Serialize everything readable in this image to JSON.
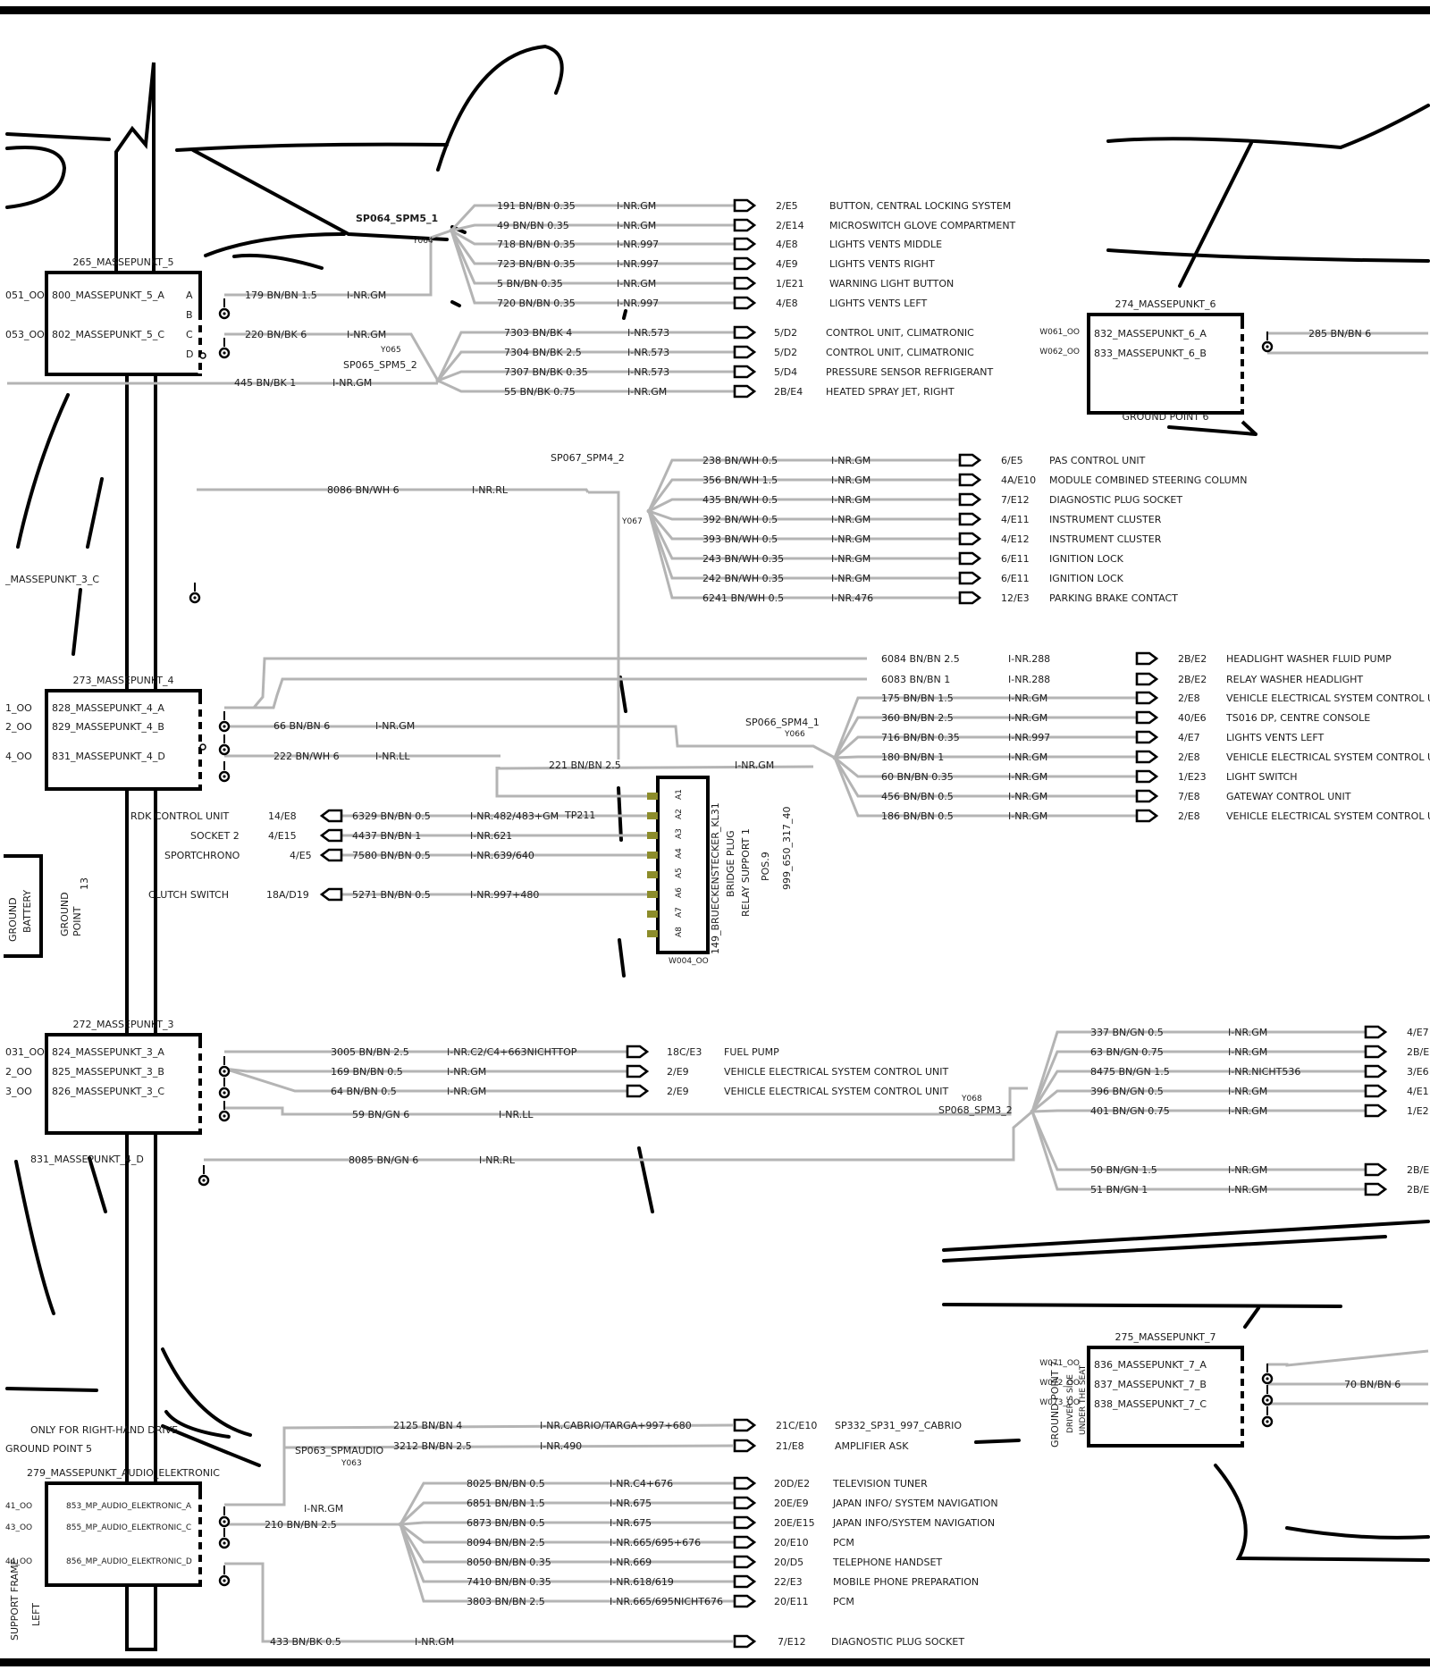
{
  "ground_blocks": [
    {
      "id": "b5",
      "title": "265_MASSEPUNKT_5",
      "pins": [
        {
          "name": "800_MASSEPUNKT_5_A",
          "letter": "A",
          "ext": "051_OO"
        },
        {
          "name": "",
          "letter": "B",
          "ext": ""
        },
        {
          "name": "802_MASSEPUNKT_5_C",
          "letter": "C",
          "ext": "053_OO"
        },
        {
          "name": "",
          "letter": "D",
          "ext": ""
        }
      ]
    },
    {
      "id": "b6",
      "title": "274_MASSEPUNKT_6",
      "footer": "GROUND POINT 6",
      "pins": [
        {
          "name": "832_MASSEPUNKT_6_A",
          "ext": "W061_OO"
        },
        {
          "name": "833_MASSEPUNKT_6_B",
          "ext": "W062_OO"
        }
      ]
    },
    {
      "id": "b4",
      "title": "273_MASSEPUNKT_4",
      "pins": [
        {
          "name": "828_MASSEPUNKT_4_A",
          "ext": "1_OO"
        },
        {
          "name": "829_MASSEPUNKT_4_B",
          "ext": "2_OO"
        },
        {
          "name": "831_MASSEPUNKT_4_D",
          "ext": "4_OO"
        }
      ]
    },
    {
      "id": "b3",
      "title": "272_MASSEPUNKT_3",
      "pins": [
        {
          "name": "824_MASSEPUNKT_3_A",
          "ext": "031_OO"
        },
        {
          "name": "825_MASSEPUNKT_3_B",
          "ext": "2_OO"
        },
        {
          "name": "826_MASSEPUNKT_3_C",
          "ext": "3_OO"
        }
      ]
    },
    {
      "id": "b7",
      "title": "275_MASSEPUNKT_7",
      "side": "GROUND POINT 7",
      "side2": "DRIVER'S SIDE",
      "side3": "UNDER THE SEAT",
      "pins": [
        {
          "name": "836_MASSEPUNKT_7_A",
          "ext": "W071_OO"
        },
        {
          "name": "837_MASSEPUNKT_7_B",
          "ext": "W072_OO"
        },
        {
          "name": "838_MASSEPUNKT_7_C",
          "ext": "W073_OO"
        }
      ]
    },
    {
      "id": "ba",
      "title": "279_MASSEPUNKT_AUDIO_ELEKTRONIC",
      "pins": [
        {
          "name": "853_MP_AUDIO_ELEKTRONIC_A",
          "ext": "41_OO"
        },
        {
          "name": "855_MP_AUDIO_ELEKTRONIC_C",
          "ext": "43_OO"
        },
        {
          "name": "856_MP_AUDIO_ELEKTRONIC_D",
          "ext": "44_OO"
        }
      ]
    }
  ],
  "splices": [
    {
      "id": "SP064",
      "name": "SP064_SPM5_1",
      "tag": "Y064"
    },
    {
      "id": "SP065",
      "name": "SP065_SPM5_2",
      "tag": "Y065"
    },
    {
      "id": "SP067",
      "name": "SP067_SPM4_2",
      "tag": "Y067"
    },
    {
      "id": "SP066",
      "name": "SP066_SPM4_1",
      "tag": "Y066"
    },
    {
      "id": "SP068",
      "name": "SP068_SPM3_2",
      "tag": "Y068"
    },
    {
      "id": "SP063",
      "name": "SP063_SPMAUDIO",
      "tag": "Y063"
    }
  ],
  "feeds": [
    {
      "wire": "179 BN/BN 1.5",
      "code": "I-NR.GM"
    },
    {
      "wire": "220 BN/BK 6",
      "code": "I-NR.GM"
    },
    {
      "wire": "445 BN/BK 1",
      "code": "I-NR.GM"
    },
    {
      "wire": "285 BN/BN 6",
      "code": ""
    },
    {
      "wire": "8086 BN/WH 6",
      "code": "I-NR.RL"
    },
    {
      "wire": "66 BN/BN 6",
      "code": "I-NR.GM"
    },
    {
      "wire": "222 BN/WH 6",
      "code": "I-NR.LL"
    },
    {
      "wire": "221 BN/BN 2.5",
      "code": "I-NR.GM"
    },
    {
      "wire": "59 BN/GN 6",
      "code": "I-NR.LL"
    },
    {
      "wire": "8085 BN/GN 6",
      "code": "I-NR.RL"
    },
    {
      "wire": "70 BN/BN 6",
      "code": ""
    },
    {
      "wire": "210 BN/BN 2.5",
      "code": "I-NR.GM"
    },
    {
      "wire": "433 BN/BK 0.5",
      "code": "I-NR.GM"
    }
  ],
  "branches": [
    {
      "group": "g64",
      "wire": "191 BN/BN 0.35",
      "code": "I-NR.GM",
      "ref": "2/E5",
      "desc": "BUTTON, CENTRAL LOCKING SYSTEM"
    },
    {
      "group": "g64",
      "wire": "49 BN/BN 0.35",
      "code": "I-NR.GM",
      "ref": "2/E14",
      "desc": "MICROSWITCH  GLOVE COMPARTMENT"
    },
    {
      "group": "g64",
      "wire": "718 BN/BN 0.35",
      "code": "I-NR.997",
      "ref": "4/E8",
      "desc": "LIGHTS  VENTS   MIDDLE"
    },
    {
      "group": "g64",
      "wire": "723 BN/BN 0.35",
      "code": "I-NR.997",
      "ref": "4/E9",
      "desc": "LIGHTS  VENTS   RIGHT"
    },
    {
      "group": "g64",
      "wire": "5 BN/BN 0.35",
      "code": "I-NR.GM",
      "ref": "1/E21",
      "desc": "WARNING LIGHT BUTTON"
    },
    {
      "group": "g64",
      "wire": "720 BN/BN 0.35",
      "code": "I-NR.997",
      "ref": "4/E8",
      "desc": "LIGHTS  VENTS   LEFT"
    },
    {
      "group": "g65",
      "wire": "7303 BN/BK 4",
      "code": "I-NR.573",
      "ref": "5/D2",
      "desc": "CONTROL UNIT, CLIMATRONIC"
    },
    {
      "group": "g65",
      "wire": "7304 BN/BK 2.5",
      "code": "I-NR.573",
      "ref": "5/D2",
      "desc": "CONTROL UNIT, CLIMATRONIC"
    },
    {
      "group": "g65",
      "wire": "7307 BN/BK 0.35",
      "code": "I-NR.573",
      "ref": "5/D4",
      "desc": "PRESSURE SENSOR REFRIGERANT"
    },
    {
      "group": "g65",
      "wire": "55 BN/BK 0.75",
      "code": "I-NR.GM",
      "ref": "2B/E4",
      "desc": "HEATED  SPRAY JET,   RIGHT"
    },
    {
      "group": "g67",
      "wire": "238 BN/WH 0.5",
      "code": "I-NR.GM",
      "ref": "6/E5",
      "desc": "PAS CONTROL UNIT"
    },
    {
      "group": "g67",
      "wire": "356 BN/WH 1.5",
      "code": "I-NR.GM",
      "ref": "4A/E10",
      "desc": "MODULE COMBINED STEERING COLUMN"
    },
    {
      "group": "g67",
      "wire": "435 BN/WH 0.5",
      "code": "I-NR.GM",
      "ref": "7/E12",
      "desc": "DIAGNOSTIC PLUG SOCKET"
    },
    {
      "group": "g67",
      "wire": "392 BN/WH 0.5",
      "code": "I-NR.GM",
      "ref": "4/E11",
      "desc": "INSTRUMENT CLUSTER"
    },
    {
      "group": "g67",
      "wire": "393 BN/WH 0.5",
      "code": "I-NR.GM",
      "ref": "4/E12",
      "desc": "INSTRUMENT CLUSTER"
    },
    {
      "group": "g67",
      "wire": "243 BN/WH 0.35",
      "code": "I-NR.GM",
      "ref": "6/E11",
      "desc": "IGNITION LOCK"
    },
    {
      "group": "g67",
      "wire": "242 BN/WH 0.35",
      "code": "I-NR.GM",
      "ref": "6/E11",
      "desc": "IGNITION LOCK"
    },
    {
      "group": "g67",
      "wire": "6241 BN/WH 0.5",
      "code": "I-NR.476",
      "ref": "12/E3",
      "desc": "PARKING  BRAKE  CONTACT"
    },
    {
      "group": "g4",
      "wire": "6084 BN/BN 2.5",
      "code": "I-NR.288",
      "ref": "2B/E2",
      "desc": "HEADLIGHT  WASHER  FLUID PUMP"
    },
    {
      "group": "g4",
      "wire": "6083 BN/BN 1",
      "code": "I-NR.288",
      "ref": "2B/E2",
      "desc": "RELAY   WASHER  HEADLIGHT"
    },
    {
      "group": "g66",
      "wire": "175 BN/BN 1.5",
      "code": "I-NR.GM",
      "ref": "2/E8",
      "desc": "VEHICLE ELECTRICAL SYSTEM CONTROL UNIT"
    },
    {
      "group": "g66",
      "wire": "360 BN/BN 2.5",
      "code": "I-NR.GM",
      "ref": "40/E6",
      "desc": "TS016  DP,  CENTRE CONSOLE"
    },
    {
      "group": "g66",
      "wire": "716 BN/BN 0.35",
      "code": "I-NR.997",
      "ref": "4/E7",
      "desc": "LIGHTS  VENTS    LEFT"
    },
    {
      "group": "g66",
      "wire": "180 BN/BN 1",
      "code": "I-NR.GM",
      "ref": "2/E8",
      "desc": "VEHICLE ELECTRICAL SYSTEM CONTROL UNIT"
    },
    {
      "group": "g66",
      "wire": "60 BN/BN 0.35",
      "code": "I-NR.GM",
      "ref": "1/E23",
      "desc": "LIGHT SWITCH"
    },
    {
      "group": "g66",
      "wire": "456 BN/BN 0.5",
      "code": "I-NR.GM",
      "ref": "7/E8",
      "desc": "GATEWAY CONTROL UNIT"
    },
    {
      "group": "g66",
      "wire": "186 BN/BN 0.5",
      "code": "I-NR.GM",
      "ref": "2/E8",
      "desc": "VEHICLE ELECTRICAL SYSTEM CONTROL UNIT"
    },
    {
      "group": "g3",
      "wire": "3005 BN/BN 2.5",
      "code": "I-NR.C2/C4+663NICHTTOP",
      "ref": "18C/E3",
      "desc": "FUEL PUMP"
    },
    {
      "group": "g3",
      "wire": "169 BN/BN 0.5",
      "code": "I-NR.GM",
      "ref": "2/E9",
      "desc": "VEHICLE ELECTRICAL SYSTEM CONTROL UNIT"
    },
    {
      "group": "g3",
      "wire": "64 BN/BN 0.5",
      "code": "I-NR.GM",
      "ref": "2/E9",
      "desc": "VEHICLE ELECTRICAL SYSTEM CONTROL UNIT"
    },
    {
      "group": "g68",
      "wire": "337 BN/GN 0.5",
      "code": "I-NR.GM",
      "ref": "4/E7",
      "desc": ""
    },
    {
      "group": "g68",
      "wire": "63 BN/GN 0.75",
      "code": "I-NR.GM",
      "ref": "2B/E",
      "desc": ""
    },
    {
      "group": "g68",
      "wire": "8475 BN/GN 1.5",
      "code": "I-NR.NICHT536",
      "ref": "3/E6",
      "desc": ""
    },
    {
      "group": "g68",
      "wire": "396 BN/GN 0.5",
      "code": "I-NR.GM",
      "ref": "4/E1",
      "desc": ""
    },
    {
      "group": "g68",
      "wire": "401 BN/GN 0.75",
      "code": "I-NR.GM",
      "ref": "1/E2",
      "desc": ""
    },
    {
      "group": "g68",
      "wire": "50 BN/GN 1.5",
      "code": "I-NR.GM",
      "ref": "2B/E",
      "desc": ""
    },
    {
      "group": "g68",
      "wire": "51 BN/GN 1",
      "code": "I-NR.GM",
      "ref": "2B/E",
      "desc": ""
    },
    {
      "group": "gA",
      "wire": "2125 BN/BN 4",
      "code": "I-NR.CABRIO/TARGA+997+680",
      "ref": "21C/E10",
      "desc": "SP332_SP31_997_CABRIO"
    },
    {
      "group": "gA",
      "wire": "3212 BN/BN 2.5",
      "code": "I-NR.490",
      "ref": "21/E8",
      "desc": "AMPLIFIER          ASK"
    },
    {
      "group": "g63",
      "wire": "8025 BN/BN 0.5",
      "code": "I-NR.C4+676",
      "ref": "20D/E2",
      "desc": "TELEVISION TUNER"
    },
    {
      "group": "g63",
      "wire": "6851 BN/BN 1.5",
      "code": "I-NR.675",
      "ref": "20E/E9",
      "desc": "JAPAN         INFO/ SYSTEM NAVIGATION"
    },
    {
      "group": "g63",
      "wire": "6873 BN/BN 0.5",
      "code": "I-NR.675",
      "ref": "20E/E15",
      "desc": "JAPAN       INFO/SYSTEM NAVIGATION"
    },
    {
      "group": "g63",
      "wire": "8094 BN/BN 2.5",
      "code": "I-NR.665/695+676",
      "ref": "20/E10",
      "desc": "PCM"
    },
    {
      "group": "g63",
      "wire": "8050 BN/BN 0.35",
      "code": "I-NR.669",
      "ref": "20/D5",
      "desc": "TELEPHONE HANDSET"
    },
    {
      "group": "g63",
      "wire": "7410 BN/BN 0.35",
      "code": "I-NR.618/619",
      "ref": "22/E3",
      "desc": "MOBILE  PHONE  PREPARATION"
    },
    {
      "group": "g63",
      "wire": "3803 BN/BN 2.5",
      "code": "I-NR.665/695NICHT676",
      "ref": "20/E11",
      "desc": "PCM"
    },
    {
      "group": "gL",
      "wire": "",
      "code": "",
      "ref": "7/E12",
      "desc": "DIAGNOSTIC PLUG SOCKET"
    }
  ],
  "bridge_plug": {
    "title": "149_BRUECKENSTECKER_KL31",
    "lines": [
      "BRIDGE PLUG",
      "RELAY SUPPORT 1",
      "POS.9",
      "999_650_317_40"
    ],
    "pins": [
      "A1",
      "A2",
      "A3",
      "A4",
      "A5",
      "A6",
      "A7",
      "A8"
    ],
    "ref": "W004_OO",
    "tp": "TP211",
    "inputs": [
      {
        "label": "RDK CONTROL UNIT",
        "ref": "14/E8",
        "wire": "6329 BN/BN 0.5",
        "code": "I-NR.482/483+GM"
      },
      {
        "label": "SOCKET 2",
        "ref": "4/E15",
        "wire": "4437 BN/BN 1",
        "code": "I-NR.621"
      },
      {
        "label": "SPORTCHRONO",
        "ref": "4/E5",
        "wire": "7580 BN/BN 0.5",
        "code": "I-NR.639/640"
      },
      {
        "label": "CLUTCH SWITCH",
        "ref": "18A/D19",
        "wire": "5271 BN/BN 0.5",
        "code": "I-NR.997+480"
      }
    ]
  },
  "misc": {
    "massepunkt3c": "_MASSEPUNKT_3_C",
    "massepunkt4d": "831_MASSEPUNKT_4_D",
    "battery": "BATTERY",
    "ground_cut": "GROUND",
    "ground13a": "GROUND",
    "ground13b": "POINT",
    "ground13c": "13",
    "rhd": "ONLY FOR RIGHT-HAND DRIVE",
    "gp5": "GROUND POINT 5",
    "support": "SUPPORT FRAME",
    "left": "LEFT"
  },
  "colors": {
    "wire": "#b4b4b4",
    "ink": "#111111"
  }
}
